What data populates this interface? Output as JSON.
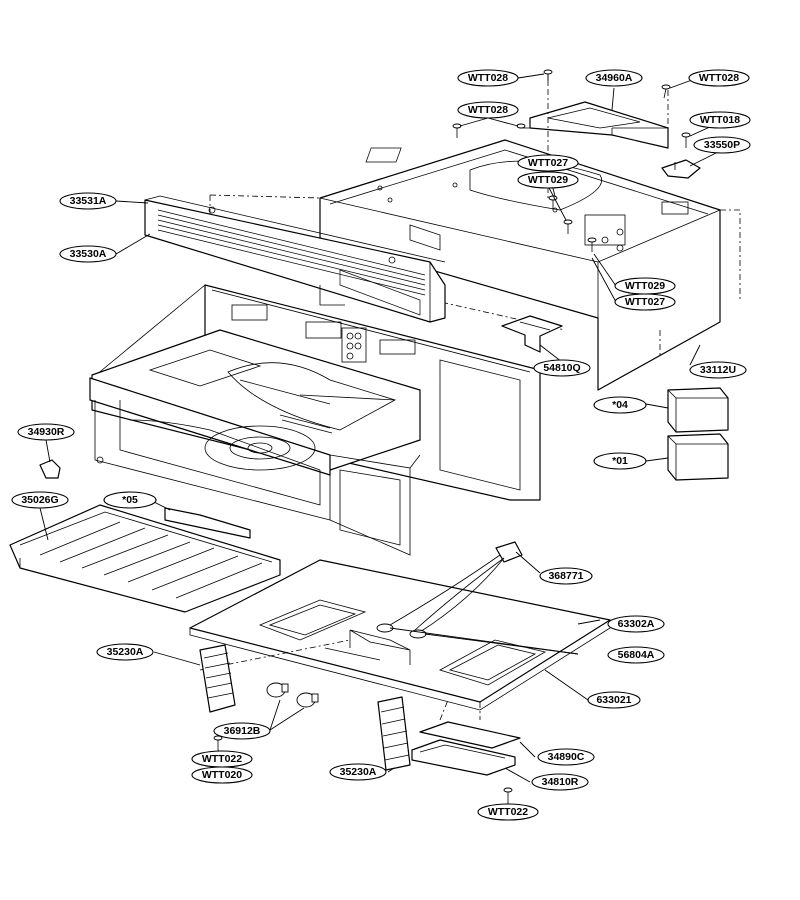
{
  "parts": {
    "wtt028_a": "WTT028",
    "p34960a": "34960A",
    "wtt028_b": "WTT028",
    "wtt028_c": "WTT028",
    "wtt018": "WTT018",
    "p33550p": "33550P",
    "wtt027_a": "WTT027",
    "wtt029_a": "WTT029",
    "p33531a": "33531A",
    "p33530a": "33530A",
    "wtt029_b": "WTT029",
    "wtt027_b": "WTT027",
    "p54810q": "54810Q",
    "p33112u": "33112U",
    "p04": "*04",
    "p01": "*01",
    "p34930r": "34930R",
    "p35026g": "35026G",
    "p05": "*05",
    "p368771": "368771",
    "p63302a": "63302A",
    "p56804a": "56804A",
    "p35230a_left": "35230A",
    "p633021": "633021",
    "p36912b": "36912B",
    "wtt022_a": "WTT022",
    "wtt020": "WTT020",
    "p34890c": "34890C",
    "p35230a_right": "35230A",
    "p34810r": "34810R",
    "wtt022_b": "WTT022"
  }
}
